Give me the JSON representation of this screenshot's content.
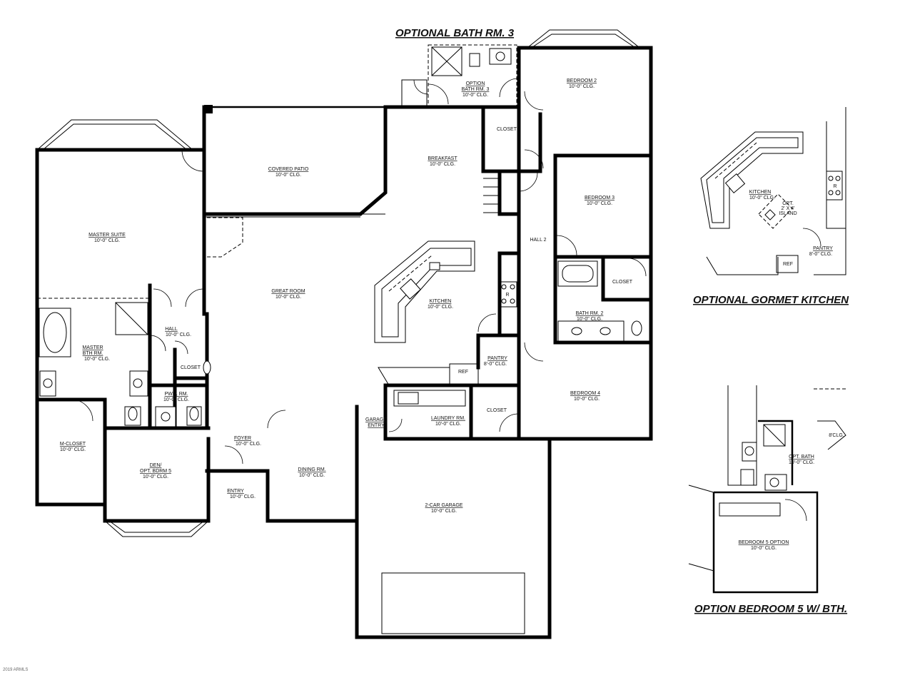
{
  "titles": {
    "optional_bath": "OPTIONAL BATH RM. 3",
    "gourmet_kitchen": "OPTIONAL GORMET KITCHEN",
    "bedroom5": "OPTION BEDROOM 5 W/ BTH."
  },
  "rooms": {
    "option_bath3": {
      "name": "OPTION",
      "name2": "BATH RM. 3",
      "clg": "10'-0\" CLG."
    },
    "bedroom2": {
      "name": "BEDROOM 2",
      "clg": "10'-0\" CLG."
    },
    "closet_top": {
      "name": "CLOSET"
    },
    "covered_patio": {
      "name": "COVERED PATIO",
      "clg": "10'-0\" CLG."
    },
    "breakfast": {
      "name": "BREAKFAST",
      "clg": "10'-0\" CLG."
    },
    "bedroom3": {
      "name": "BEDROOM 3",
      "clg": "10'-0\" CLG."
    },
    "master_suite": {
      "name": "MASTER SUITE",
      "clg": "10'-0\" CLG."
    },
    "hall2": {
      "name": "HALL 2"
    },
    "great_room": {
      "name": "GREAT ROOM",
      "clg": "10'-0\" CLG."
    },
    "closet_mid": {
      "name": "CLOSET"
    },
    "kitchen": {
      "name": "KITCHEN",
      "clg": "10'-0\" CLG."
    },
    "bath2": {
      "name": "BATH RM. 2",
      "clg": "10'-0\" CLG."
    },
    "hall": {
      "name": "HALL",
      "clg": "10'-0\" CLG."
    },
    "master_bath": {
      "name": "MASTER",
      "name2": "BTH RM.",
      "clg": "10'-0\" CLG."
    },
    "closet_hall": {
      "name": "CLOSET"
    },
    "pantry": {
      "name": "PANTRY",
      "clg": "8'-0\" CLG."
    },
    "ref": {
      "name": "REF"
    },
    "bedroom4": {
      "name": "BEDROOM 4",
      "clg": "10'-0\" CLG."
    },
    "pwd": {
      "name": "PWD. RM.",
      "clg": "10'-0\" CLG."
    },
    "laundry": {
      "name": "LAUNDRY RM.",
      "clg": "10'-0\" CLG."
    },
    "closet_low": {
      "name": "CLOSET"
    },
    "garage_entry": {
      "name": "GARAGE",
      "name2": "ENTRY"
    },
    "m_closet": {
      "name": "M-CLOSET",
      "clg": "10'-0\" CLG."
    },
    "den": {
      "name": "DEN/",
      "name2": "OPT. BDRM 5",
      "clg": "10'-0\" CLG."
    },
    "foyer": {
      "name": "FOYER",
      "clg": "10'-0\" CLG."
    },
    "dining": {
      "name": "DINING RM.",
      "clg": "10'-0\" CLG."
    },
    "entry": {
      "name": "ENTRY",
      "clg": "10'-0\" CLG."
    },
    "garage": {
      "name": "2-CAR GARAGE",
      "clg": "10'-0\" CLG."
    }
  },
  "gourmet": {
    "kitchen": {
      "name": "KITCHEN",
      "clg": "10'-0\" CLG."
    },
    "island": {
      "name": "OPT.",
      "name2": "2' X 4'",
      "name3": "ISLAND"
    },
    "pantry": {
      "name": "PANTRY",
      "clg": "8'-0\" CLG."
    },
    "ref": {
      "name": "REF"
    },
    "range": {
      "name": "R"
    }
  },
  "bed5": {
    "opt_bath": {
      "name": "OPT. BATH",
      "clg": "10'-0\" CLG."
    },
    "bedroom": {
      "name": "BEDROOM 5 OPTION",
      "clg": "10'-0\" CLG."
    },
    "shelf": {
      "name": "8'CLG."
    }
  },
  "range_label": "R",
  "copyright": "2019 ARMLS"
}
